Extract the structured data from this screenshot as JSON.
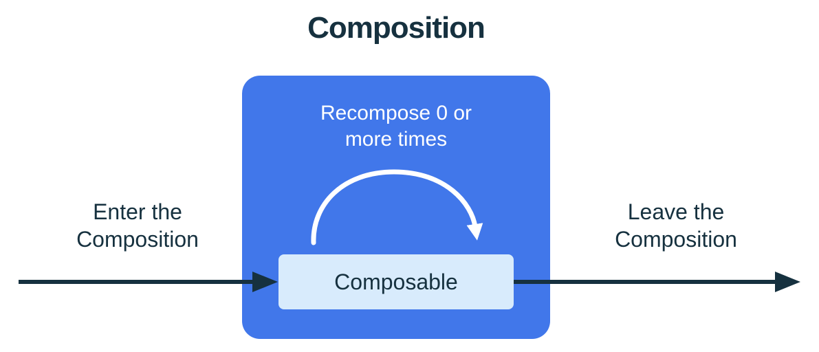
{
  "title": "Composition",
  "labels": {
    "enter": "Enter the\nComposition",
    "leave": "Leave the\nComposition",
    "recompose": "Recompose 0 or\nmore times",
    "composable": "Composable"
  },
  "colors": {
    "background": "#FFFFFF",
    "composition_box": "#4177EA",
    "composable_box": "#D8EBFC",
    "text_dark": "#16313F",
    "text_light": "#FFFFFF",
    "arrow": "#16313F",
    "recompose_arc": "#FFFFFF"
  }
}
